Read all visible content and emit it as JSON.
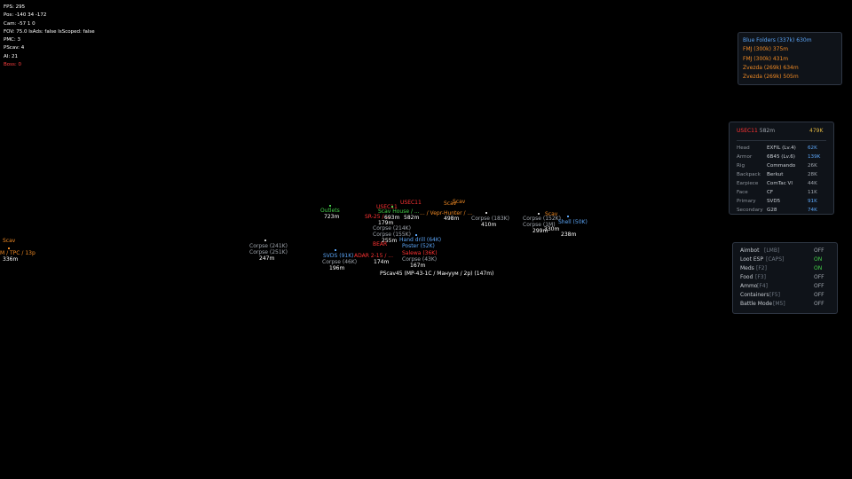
{
  "debug": {
    "fps": "FPS: 295",
    "pos": "Pos: -140 34 -172",
    "cam": "Cam: -57 1 0",
    "fov": "FOV: 75.0  IsAds: false  IsScoped: false",
    "pmc": "PMC: 3",
    "pscav": "PScav: 4",
    "ai": "AI: 21",
    "boss": "Boss: 0"
  },
  "loot_list": [
    {
      "text": "Blue Folders (337k) 630m",
      "color": "#5ba4f5"
    },
    {
      "text": "FMJ (300k) 375m",
      "color": "#f08a24"
    },
    {
      "text": "FMJ (300k) 431m",
      "color": "#f08a24"
    },
    {
      "text": "Zvezda (269k) 634m",
      "color": "#f08a24"
    },
    {
      "text": "Zvezda (269k) 505m",
      "color": "#f08a24"
    }
  ],
  "player_card": {
    "name": "USEC11",
    "distance": "582m",
    "value": "479K",
    "rows": [
      {
        "slot": "Head",
        "item": "EXFIL (Lv.4)",
        "price": "62K",
        "price_color": "#5ba4f5"
      },
      {
        "slot": "Armor",
        "item": "6B45 (Lv.6)",
        "price": "139K",
        "price_color": "#5ba4f5"
      },
      {
        "slot": "Rig",
        "item": "Commando",
        "price": "26K",
        "price_color": "#a0a6ae"
      },
      {
        "slot": "Backpack",
        "item": "Berkut",
        "price": "28K",
        "price_color": "#a0a6ae"
      },
      {
        "slot": "Earpiece",
        "item": "ComTac VI",
        "price": "44K",
        "price_color": "#a0a6ae"
      },
      {
        "slot": "Face",
        "item": "CF",
        "price": "11K",
        "price_color": "#a0a6ae"
      },
      {
        "slot": "Primary",
        "item": "SVD5",
        "price": "91K",
        "price_color": "#5ba4f5"
      },
      {
        "slot": "Secondary",
        "item": "G28",
        "price": "74K",
        "price_color": "#5ba4f5"
      }
    ]
  },
  "toggles": [
    {
      "label": "Aimbot",
      "key": "[LMB]",
      "state": "OFF"
    },
    {
      "label": "Loot ESP",
      "key": "[CAPS]",
      "state": "ON"
    },
    {
      "label": "Meds",
      "key": "[F2]",
      "state": "ON"
    },
    {
      "label": "Food",
      "key": "[F3]",
      "state": "OFF"
    },
    {
      "label": "Ammo",
      "key": "[F4]",
      "state": "OFF"
    },
    {
      "label": "Containers",
      "key": "[F5]",
      "state": "OFF"
    },
    {
      "label": "Battle Mode",
      "key": "[M5]",
      "state": "OFF"
    }
  ],
  "colors": {
    "on": "#45d04a",
    "off": "#a0a6ae",
    "blue": "#5ba4f5",
    "orange": "#f08a24",
    "red": "#ff3333",
    "green": "#45d04a",
    "grey": "#a0a6ae",
    "white": "#ffffff"
  },
  "esp": {
    "scav_left": {
      "name": "Scav",
      "weapon": "M / TPC / 13p",
      "distance": "336m"
    },
    "corpse_cluster_1": {
      "line1": "Corpse (241K)",
      "line2": "Corpse (251K)",
      "distance": "247m"
    },
    "outlets": {
      "name": "Outlets",
      "distance": "723m"
    },
    "svds": {
      "line1": "SVDS (91K)",
      "line2": "Corpse (46K)",
      "distance": "196m"
    },
    "sr25": {
      "text": "SR-25 / ..."
    },
    "usec": {
      "name": "USEC11",
      "tag": "Scav House / ..."
    },
    "usec_dist": {
      "a": "693m",
      "b": "582m"
    },
    "corpse_179": {
      "distance": "179m",
      "line1": "Corpse (214K)",
      "line2": "Corpse (155K)",
      "distance2": "255m"
    },
    "bear": {
      "name": "BEAR",
      "weapon": "ADAR 2-15 / ..."
    },
    "bear_dist": "174m",
    "hand_drill": {
      "line1": "Hand drill (64K)",
      "line2": "Poster (52K)",
      "line3": "Salewa (36K)",
      "line4": "Corpse (43K)",
      "distance": "167m"
    },
    "pscav_label": "PScav45 (MP-43-1C / Мануум / 2p) (147m)",
    "scav_mid": {
      "name": "Scav",
      "name2": "Scav",
      "garbled": "... / Vepr-Hunter / ...",
      "distance": "498m"
    },
    "corpse_183": {
      "line1": "Corpse (183K)",
      "distance": "410m"
    },
    "scav_right": {
      "name": "Scav",
      "line1": "Corpse (152K)",
      "line2": "Corpse (1M)",
      "loot": "Shell (50K)",
      "distance_a": "299m",
      "distance_b": "330m",
      "distance_c": "238m"
    }
  }
}
